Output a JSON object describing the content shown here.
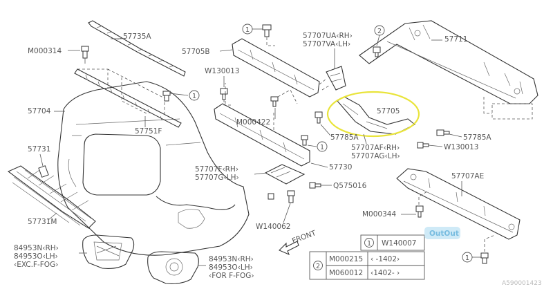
{
  "parts": {
    "p57735A": "57735A",
    "m000314": "M000314",
    "p57705B": "57705B",
    "p57707UA": "57707UA‹RH›",
    "p57707VA": "57707VA‹LH›",
    "p57711": "57711",
    "w130013a": "W130013",
    "p57704": "57704",
    "p57751F": "57751F",
    "p57705": "57705",
    "m000422": "M000422",
    "p57785Aa": "57785A",
    "p57785Ab": "57785A",
    "w130013b": "W130013",
    "p57731": "57731",
    "p57707AF": "57707AF‹RH›",
    "p57707AG": "57707AG‹LH›",
    "p57707F": "57707F‹RH›",
    "p57707G": "57707G‹LH›",
    "p57730": "57730",
    "p57707AE": "57707AE",
    "q575016": "Q575016",
    "m000344": "M000344",
    "p57731M": "57731M",
    "w140062": "W140062",
    "p84953N": "84953N‹RH›",
    "p84953O": "84953O‹LH›",
    "exc_ffog": "‹EXC.F-FOG›",
    "p84953N2": "84953N‹RH›",
    "p84953O2": "84953O‹LH›",
    "for_ffog": "‹FOR F-FOG›",
    "front": "FRONT"
  },
  "callouts": {
    "one": "1",
    "two": "2"
  },
  "legend": {
    "row1": {
      "ref": "1",
      "part": "W140007"
    },
    "row2": {
      "ref": "2",
      "part": "M000215",
      "range": "‹    -1402›"
    },
    "row3": {
      "part": "M060012",
      "range": "‹1402-    ›"
    }
  },
  "watermark_logo": "OutOut",
  "footer_code": "A590001423",
  "highlight_color": "#e9e43a"
}
